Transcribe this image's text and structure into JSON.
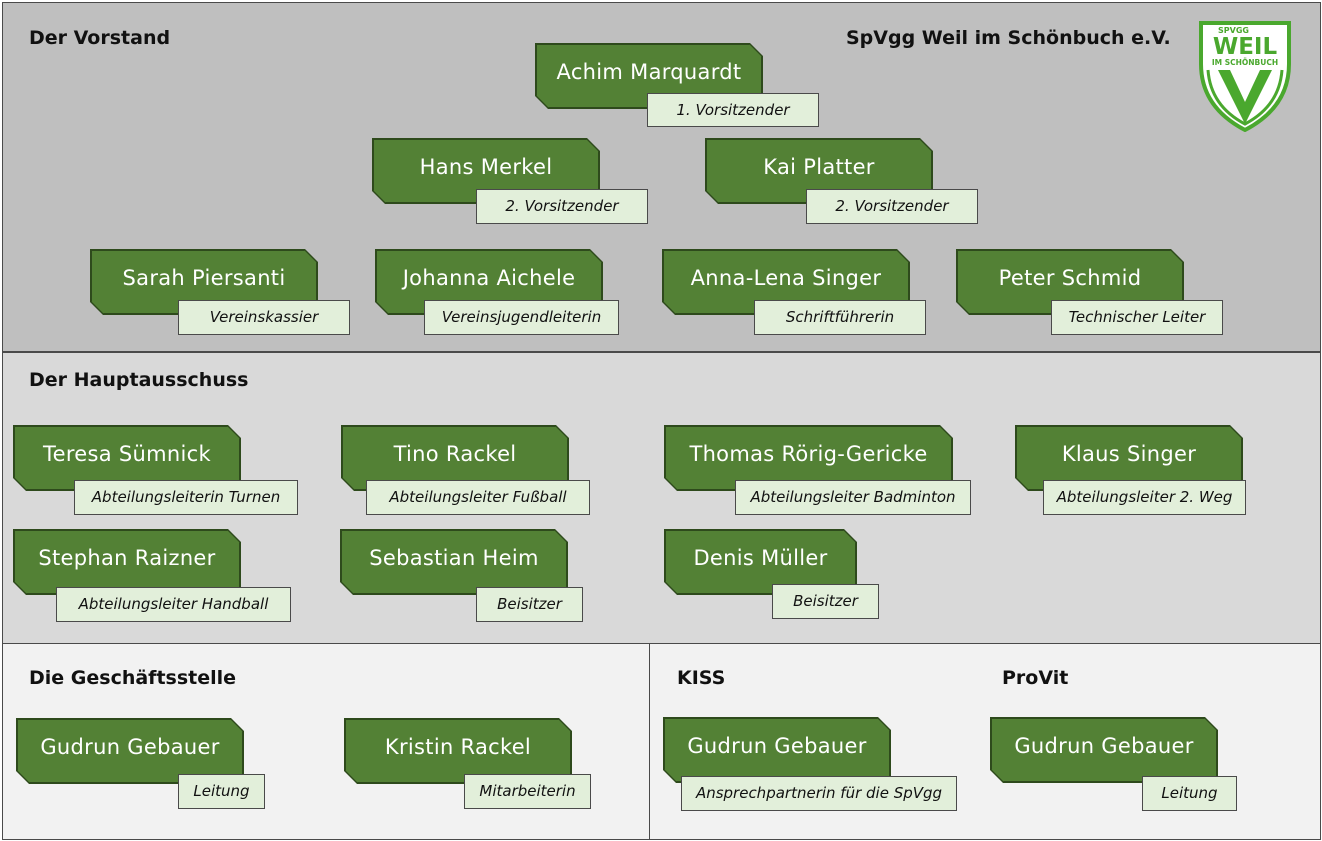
{
  "club_name": "SpVgg Weil im Schönbuch e.V.",
  "logo": {
    "top_text": "SPVGG",
    "main_text": "WEIL",
    "sub_text": "IM SCHÖNBUCH",
    "color": "#4aa82e"
  },
  "colors": {
    "name_box": "#538135",
    "role_box": "#e2efda",
    "vorstand_bg": "#bfbfbf",
    "hauptausschuss_bg": "#d9d9d9",
    "bottom_bg": "#f2f2f2"
  },
  "sections": {
    "vorstand": {
      "title": "Der Vorstand"
    },
    "hauptausschuss": {
      "title": "Der Hauptausschuss"
    },
    "geschaeftsstelle": {
      "title": "Die Geschäftsstelle"
    },
    "kiss": {
      "title": "KISS"
    },
    "provit": {
      "title": "ProVit"
    }
  },
  "people": {
    "marquardt": {
      "name": "Achim Marquardt",
      "role": "1. Vorsitzender"
    },
    "merkel": {
      "name": "Hans Merkel",
      "role": "2. Vorsitzender"
    },
    "platter": {
      "name": "Kai Platter",
      "role": "2. Vorsitzender"
    },
    "piersanti": {
      "name": "Sarah Piersanti",
      "role": "Vereinskassier"
    },
    "aichele": {
      "name": "Johanna Aichele",
      "role": "Vereinsjugendleiterin"
    },
    "singer_al": {
      "name": "Anna-Lena Singer",
      "role": "Schriftführerin"
    },
    "schmid": {
      "name": "Peter Schmid",
      "role": "Technischer Leiter"
    },
    "suemnick": {
      "name": "Teresa Sümnick",
      "role": "Abteilungsleiterin Turnen"
    },
    "rackel_t": {
      "name": "Tino Rackel",
      "role": "Abteilungsleiter Fußball"
    },
    "roerig": {
      "name": "Thomas Rörig-Gericke",
      "role": "Abteilungsleiter Badminton"
    },
    "singer_k": {
      "name": "Klaus Singer",
      "role": "Abteilungsleiter 2. Weg"
    },
    "raizner": {
      "name": "Stephan Raizner",
      "role": "Abteilungsleiter Handball"
    },
    "heim": {
      "name": "Sebastian Heim",
      "role": "Beisitzer"
    },
    "mueller": {
      "name": "Denis Müller",
      "role": "Beisitzer"
    },
    "gebauer_gs": {
      "name": "Gudrun Gebauer",
      "role": "Leitung"
    },
    "rackel_k": {
      "name": "Kristin Rackel",
      "role": "Mitarbeiterin"
    },
    "gebauer_kiss": {
      "name": "Gudrun Gebauer",
      "role": "Ansprechpartnerin für die SpVgg"
    },
    "gebauer_provit": {
      "name": "Gudrun Gebauer",
      "role": "Leitung"
    }
  }
}
